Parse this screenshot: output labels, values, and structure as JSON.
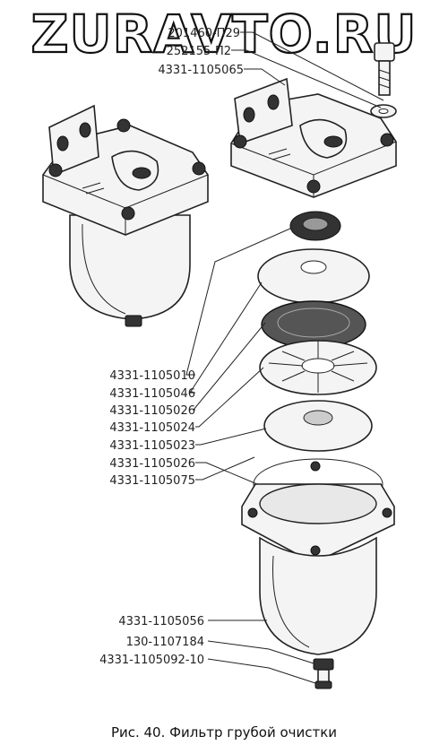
{
  "watermark": "ZURAVTO.RU",
  "labels_top": [
    "201460-П29",
    "252155-П2",
    "4331-1105065"
  ],
  "labels_left": [
    "4331-1105010",
    "4331-1105046",
    "4331-1105026",
    "4331-1105024",
    "4331-1105023",
    "4331-1105026",
    "4331-1105075"
  ],
  "labels_bottom": [
    "4331-1105056",
    "130-1107184",
    "4331-1105092-10"
  ],
  "caption": "Рис. 40. Фильтр грубой очистки"
}
